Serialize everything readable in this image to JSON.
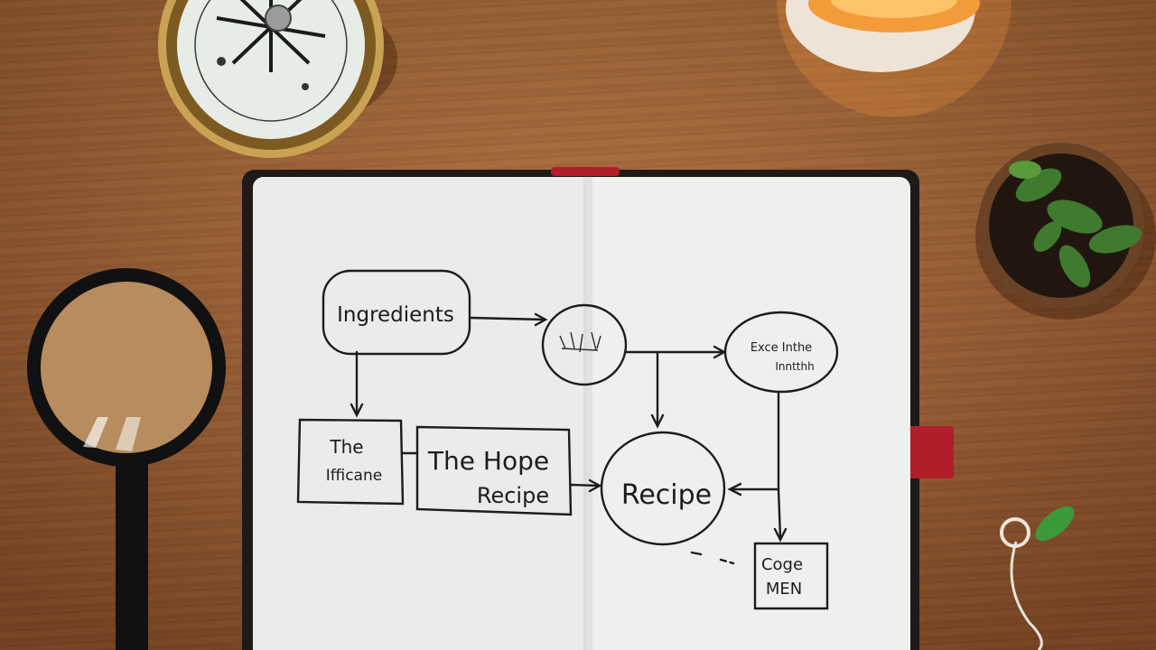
{
  "flowchart": {
    "ingredients_label": "Ingredients",
    "circle_top_label": "",
    "circle_right_line1": "Exce Inthe",
    "circle_right_line2": "Inntthh",
    "box_left_line1": "The",
    "box_left_line2": "Ifficane",
    "box_middle_line1": "The Hope",
    "box_middle_line2": "Recipe",
    "circle_recipe_label": "Recipe",
    "box_small_line1": "Coge",
    "box_small_line2": "MEN"
  },
  "colors": {
    "desk": "#a8693c",
    "paper": "#eef0ee",
    "ink": "#1c1c1c",
    "notebook_cover": "#1e1a18",
    "ribbon": "#b11e2a",
    "candle_glow": "#f08a2a",
    "plant": "#3f7a2e"
  }
}
